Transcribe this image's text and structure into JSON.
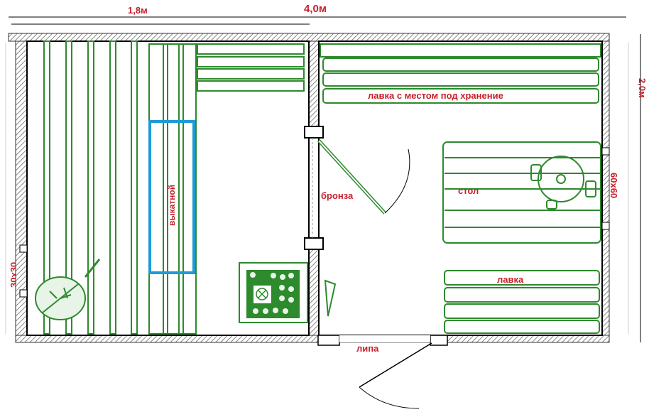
{
  "dimensions": {
    "width_partial": "1,8м",
    "width_total": "4,0м",
    "depth": "2,0м",
    "window_left": "30х30",
    "window_right": "60х60"
  },
  "labels": {
    "bench_storage": "лавка с местом под хранение",
    "table": "стол",
    "bench": "лавка",
    "door_glass": "бронза",
    "door_wood": "липа",
    "shelf_rollout": "выкатной"
  },
  "colors": {
    "label": "#c8202a",
    "furniture": "#2d8a2d",
    "highlight": "#1e9ad6",
    "wall": "#333333"
  }
}
